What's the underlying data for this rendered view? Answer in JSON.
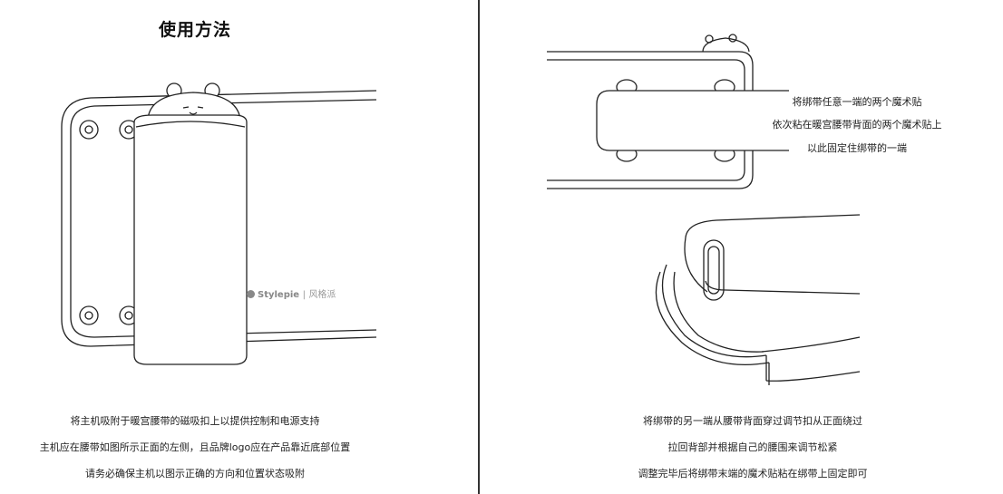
{
  "title": "使用方法",
  "brand": {
    "name": "Stylepie",
    "separator": "|",
    "cn": "风格派",
    "logo_icon": "stylepie-logo-icon"
  },
  "left_captions": [
    "将主机吸附于暖宫腰带的磁吸扣上以提供控制和电源支持",
    "主机应在腰带如图所示正面的左侧，且品牌logo应在产品靠近底部位置",
    "请务必确保主机以图示正确的方向和位置状态吸附"
  ],
  "right_top_notes": [
    "将绑带任意一端的两个魔术贴",
    "依次粘在暖宫腰带背面的两个魔术贴上",
    "以此固定住绑带的一端"
  ],
  "right_captions": [
    "将绑带的另一端从腰带背面穿过调节扣从正面绕过",
    "拉回背部并根据自己的腰围来调节松紧",
    "调整完毕后将绑带末端的魔术贴粘在绑带上固定即可"
  ]
}
